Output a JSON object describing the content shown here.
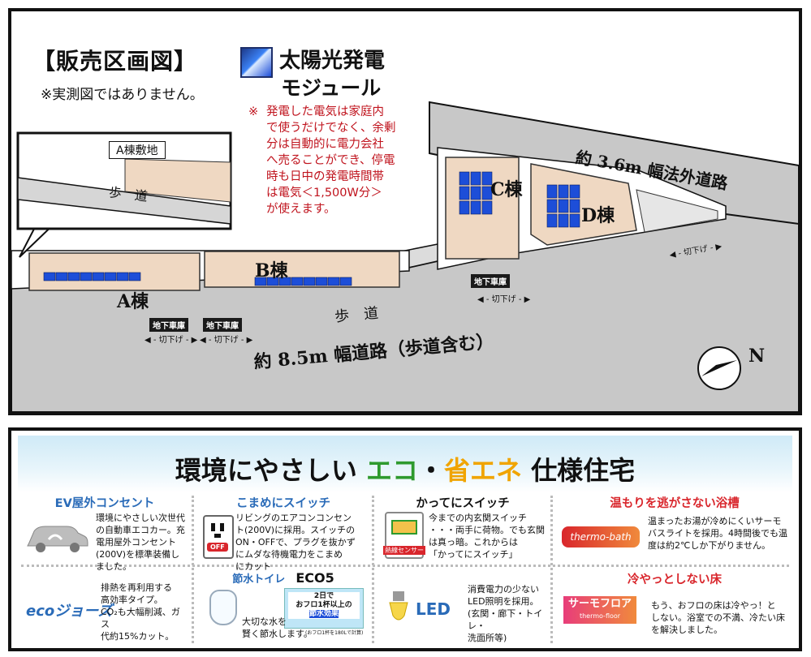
{
  "map": {
    "title": "【販売区画図】",
    "note": "※実測図ではありません。",
    "legend": {
      "line1": "太陽光発電",
      "line2": "モジュール"
    },
    "solar_note": {
      "mark": "※",
      "text": "発電した電気は家庭内\nで使うだけでなく、余剰\n分は自動的に電力会社\nへ売ることができ、停電\n時も日中の発電時間帯\nは電気＜1,500W分＞\nが使えます。"
    },
    "inset": {
      "label": "A棟敷地",
      "sidewalk": "歩　道"
    },
    "lots": {
      "a": "A棟",
      "b": "B棟",
      "c": "C棟",
      "d": "D棟"
    },
    "garage_label": "地下車庫",
    "cut_label": "切下げ",
    "sidewalk_main": "歩　道",
    "road_main": "約 8.5m 幅道路（歩道含む）",
    "road_side": "約 3.6m 幅法外道路",
    "north": "N"
  },
  "eco": {
    "heading": {
      "p1": "環境にやさしい",
      "p2": "エコ",
      "p3": "・",
      "p4": "省エネ",
      "p5": "仕様住宅"
    },
    "items": [
      {
        "title": "EV屋外コンセント",
        "text": "環境にやさしい次世代\nの自動車エコカー。充\n電用屋外コンセント\n(200V)を標準装備し\nました。"
      },
      {
        "title": "こまめにスイッチ",
        "text": "リビングのエアコンコンセン\nト(200V)に採用。スイッチの\nON・OFFで、プラグを抜かず\nにムダな待機電力をこまめ\nにカット",
        "off": "OFF"
      },
      {
        "title": "かってにスイッチ",
        "text": "今までの内玄関スイッチ\n・・・両手に荷物。でも玄関\nは真っ暗。これからは\n「かってにスイッチ」",
        "sensor": "熱線センサー"
      },
      {
        "title": "温もりを逃がさない浴槽",
        "text": "温まったお湯が冷めにくいサーモ\nバスライトを採用。4時間後でも温\n度は約2℃しか下がりません。",
        "logo": "thermo-bath"
      },
      {
        "title": "",
        "text": "排熱を再利用する\n高効率タイプ。\nCO₂も大幅削減、ガス\n代約15%カット。",
        "logo": "ecoジョーズ"
      },
      {
        "title": "節水トイレ",
        "badge": "ECO5",
        "text": "大切な水を\n賢く節水します。",
        "box1": "2日で",
        "box2": "おフロ1杯以上の",
        "box3": "節水効果",
        "box4": "(おフロ1杯を180Lで計算)"
      },
      {
        "title": "",
        "text": "消費電力の少ない\nLED照明を採用。\n(玄関・廊下・トイレ・\n洗面所等)",
        "logo": "LED"
      },
      {
        "title": "冷やっとしない床",
        "text": "もう、おフロの床は冷やっ！と\nしない。浴室での不満、冷たい床\nを解決しました。",
        "logo": "サーモフロア",
        "logo_sub": "thermo-floor"
      }
    ]
  },
  "colors": {
    "solar": "#1d4ed8",
    "lot": "#f1dcc8",
    "road": "#bfbfbf",
    "eco_green": "#2e9a2e",
    "eco_orange": "#f0a400",
    "title_blue": "#2a6bb8",
    "title_red": "#d9262c"
  }
}
